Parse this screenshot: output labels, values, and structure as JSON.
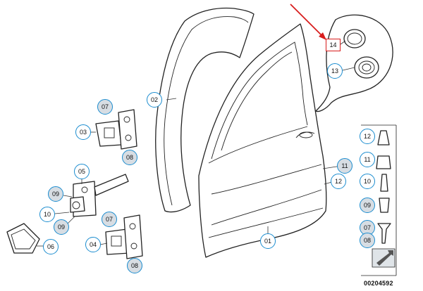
{
  "diagram": {
    "reference_code": "00204592",
    "callouts": [
      {
        "id": "c14",
        "label": "14"
      },
      {
        "id": "c13",
        "label": "13"
      },
      {
        "id": "c02",
        "label": "02"
      },
      {
        "id": "c07a",
        "label": "07"
      },
      {
        "id": "c03",
        "label": "03"
      },
      {
        "id": "c08a",
        "label": "08"
      },
      {
        "id": "c05",
        "label": "05"
      },
      {
        "id": "c09a",
        "label": "09"
      },
      {
        "id": "c10a",
        "label": "10"
      },
      {
        "id": "c09b",
        "label": "09"
      },
      {
        "id": "c06",
        "label": "06"
      },
      {
        "id": "c07b",
        "label": "07"
      },
      {
        "id": "c04",
        "label": "04"
      },
      {
        "id": "c08b",
        "label": "08"
      },
      {
        "id": "c11a",
        "label": "11"
      },
      {
        "id": "c12a",
        "label": "12"
      },
      {
        "id": "c01",
        "label": "01"
      }
    ],
    "legend": [
      {
        "label": "12"
      },
      {
        "label": "11"
      },
      {
        "label": "10"
      },
      {
        "label": "09"
      },
      {
        "label": "07"
      },
      {
        "label": "08"
      }
    ],
    "highlight_color": "#d81c1c",
    "callout_color": "#1a8ccf"
  }
}
